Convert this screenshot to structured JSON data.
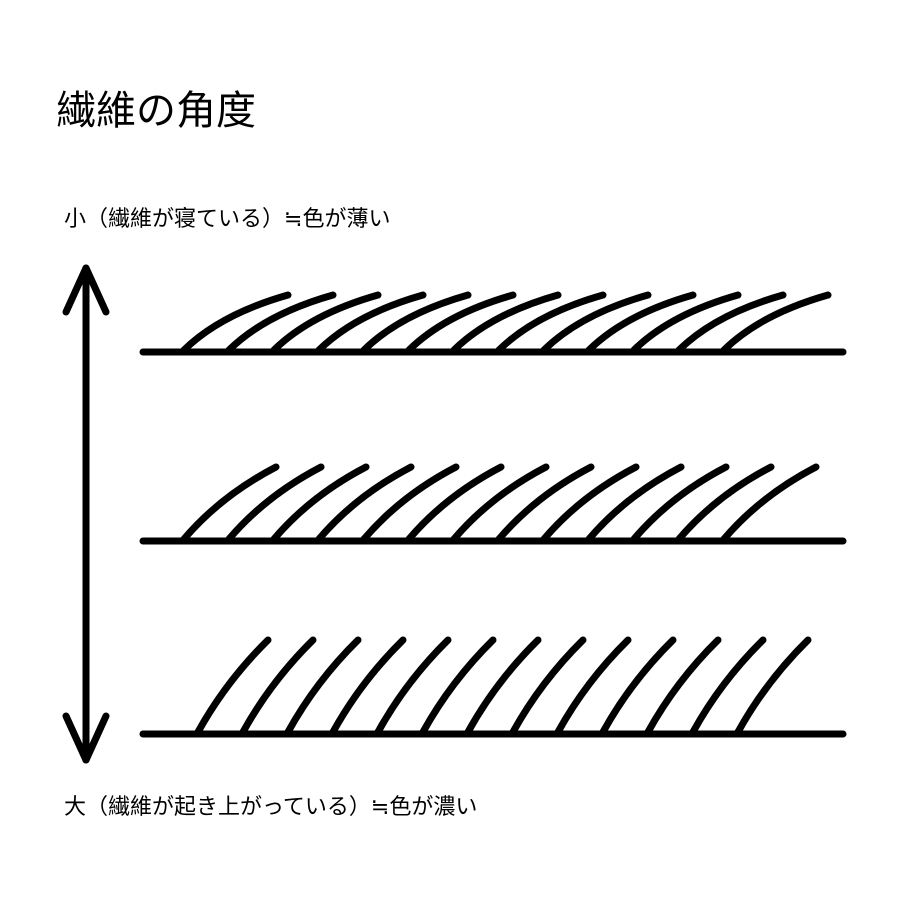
{
  "title": "繊維の角度",
  "labels": {
    "top": "小（繊維が寝ている）≒色が薄い",
    "bottom": "大（繊維が起き上がっている）≒色が濃い"
  },
  "rows": [
    {
      "name": "small-angle",
      "fiber_count": 13
    },
    {
      "name": "medium-angle",
      "fiber_count": 13
    },
    {
      "name": "large-angle",
      "fiber_count": 13
    }
  ],
  "arrow": {
    "icon": "double-headed-vertical-arrow",
    "color": "#000000"
  }
}
